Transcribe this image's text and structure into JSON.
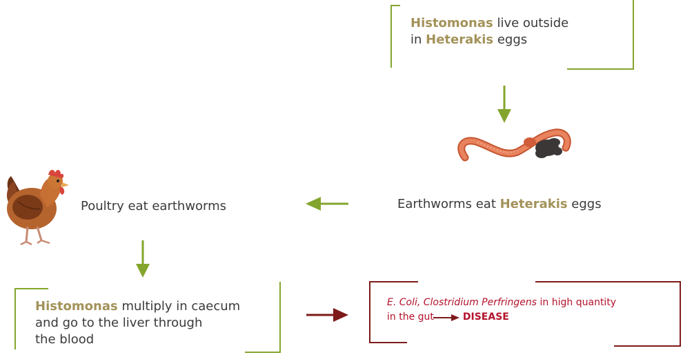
{
  "colors": {
    "green": "#84a52d",
    "darkred": "#7e1a1a",
    "highlight": "#a39259",
    "red_text": "#b3122b"
  },
  "box1": {
    "hl1": "Histomonas",
    "t1": " live outside",
    "t2": "in ",
    "hl2": "Heterakis",
    "t3": " eggs"
  },
  "worm_step": {
    "t1": "Earthworms eat ",
    "hl": "Heterakis",
    "t2": " eggs"
  },
  "poultry_step": {
    "text": "Poultry eat earthworms"
  },
  "box2": {
    "hl": "Histomonas",
    "t1": " multiply in caecum",
    "t2": "and go to the liver through",
    "t3": "the blood"
  },
  "box3": {
    "italic": "E. Coli, Clostridium Perfringens",
    "t1": " in high quantity",
    "t2": "in the gut",
    "disease": "DISEASE"
  },
  "icons": [
    "earthworm-icon",
    "eggs-icon",
    "hen-icon"
  ]
}
